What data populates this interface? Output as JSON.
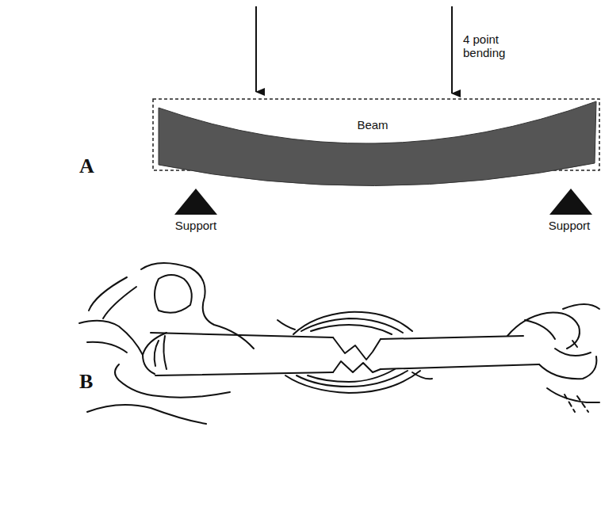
{
  "diagram": {
    "labels": [
      "A",
      "4 point bending",
      "Beam",
      "Support",
      "Support",
      "B"
    ]
  }
}
